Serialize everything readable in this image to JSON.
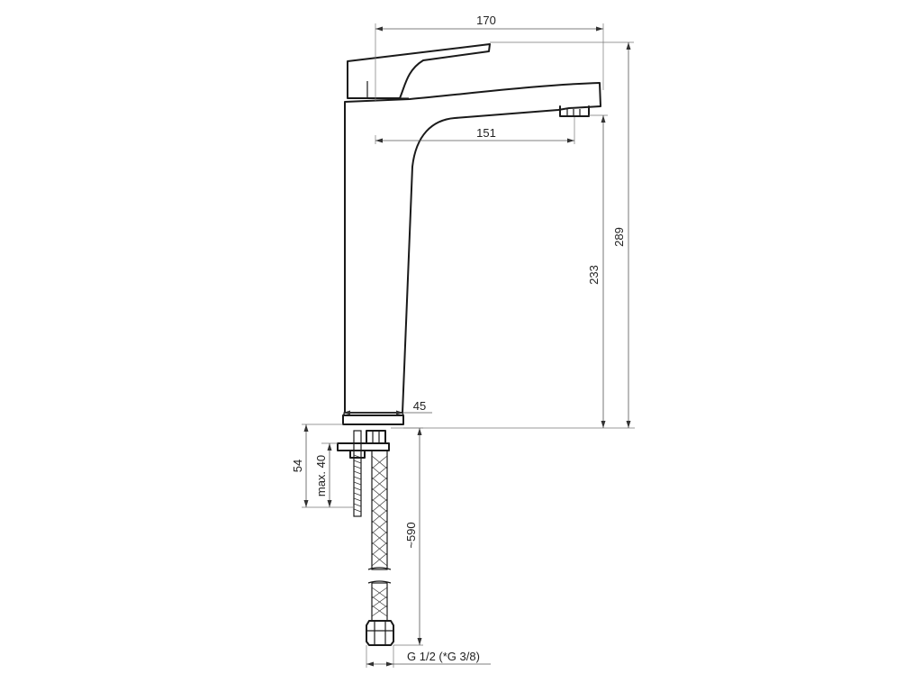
{
  "drawing": {
    "dimensions": {
      "overall_reach": "170",
      "spout_reach": "151",
      "overall_height": "289",
      "spout_height": "233",
      "base_diameter": "45",
      "shank_length": "54",
      "max_counter_thickness": "max. 40",
      "hose_length": "~590",
      "connection_thread": "G 1/2 (*G 3/8)"
    }
  }
}
